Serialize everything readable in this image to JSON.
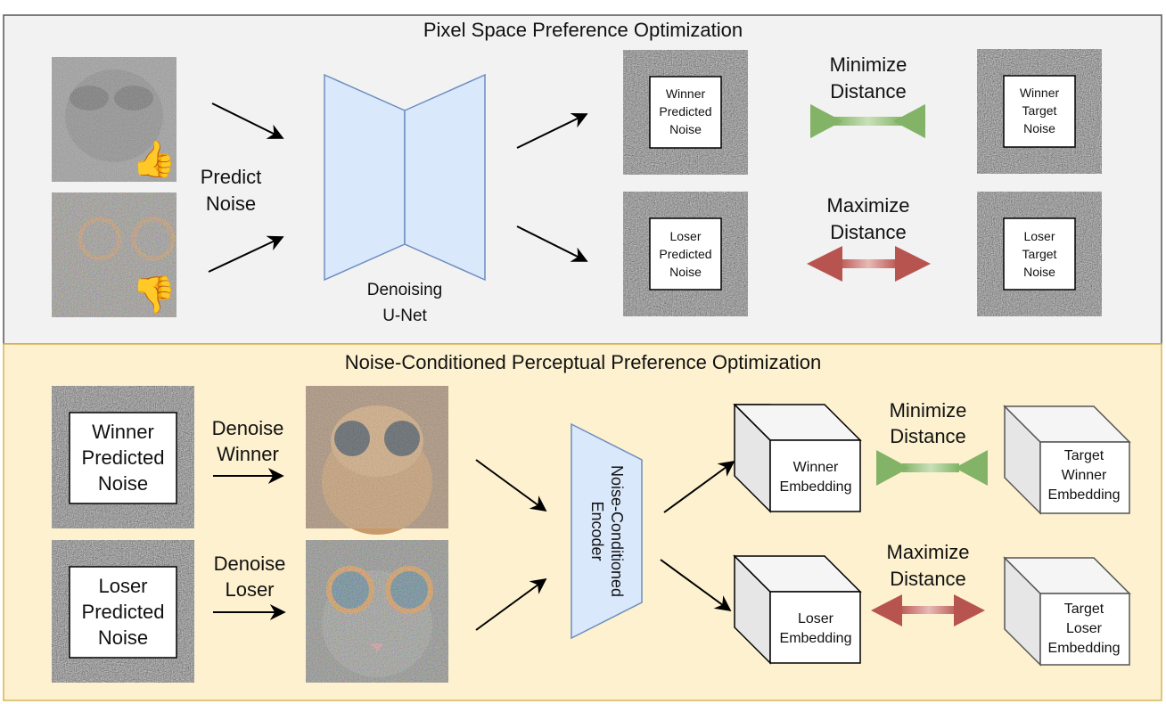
{
  "top_panel": {
    "title": "Pixel Space Preference Optimization",
    "predict_noise_line1": "Predict",
    "predict_noise_line2": "Noise",
    "unet_line1": "Denoising",
    "unet_line2": "U-Net",
    "winner_predicted": [
      "Winner",
      "Predicted",
      "Noise"
    ],
    "loser_predicted": [
      "Loser",
      "Predicted",
      "Noise"
    ],
    "winner_target": [
      "Winner",
      "Target",
      "Noise"
    ],
    "loser_target": [
      "Loser",
      "Target",
      "Noise"
    ],
    "minimize_line1": "Minimize",
    "minimize_line2": "Distance",
    "maximize_line1": "Maximize",
    "maximize_line2": "Distance",
    "thumbs_up": "👍",
    "thumbs_down": "👎"
  },
  "bottom_panel": {
    "title": "Noise-Conditioned Perceptual Preference Optimization",
    "winner_predicted": [
      "Winner",
      "Predicted",
      "Noise"
    ],
    "loser_predicted": [
      "Loser",
      "Predicted",
      "Noise"
    ],
    "denoise_winner_line1": "Denoise",
    "denoise_winner_line2": "Winner",
    "denoise_loser_line1": "Denoise",
    "denoise_loser_line2": "Loser",
    "encoder_line1": "Noise-Conditioned",
    "encoder_line2": "Encoder",
    "winner_embedding": [
      "Winner",
      "Embedding"
    ],
    "loser_embedding": [
      "Loser",
      "Embedding"
    ],
    "target_winner_embedding": [
      "Target",
      "Winner",
      "Embedding"
    ],
    "target_loser_embedding": [
      "Target",
      "Loser",
      "Embedding"
    ],
    "minimize_line1": "Minimize",
    "minimize_line2": "Distance",
    "maximize_line1": "Maximize",
    "maximize_line2": "Distance"
  },
  "colors": {
    "top_bg": "#f2f2f2",
    "bottom_bg": "#fdf1cf",
    "unet_fill": "#dae8fc",
    "unet_stroke": "#6c8ebf",
    "minimize_green": "#82b366",
    "maximize_red": "#b85450"
  }
}
